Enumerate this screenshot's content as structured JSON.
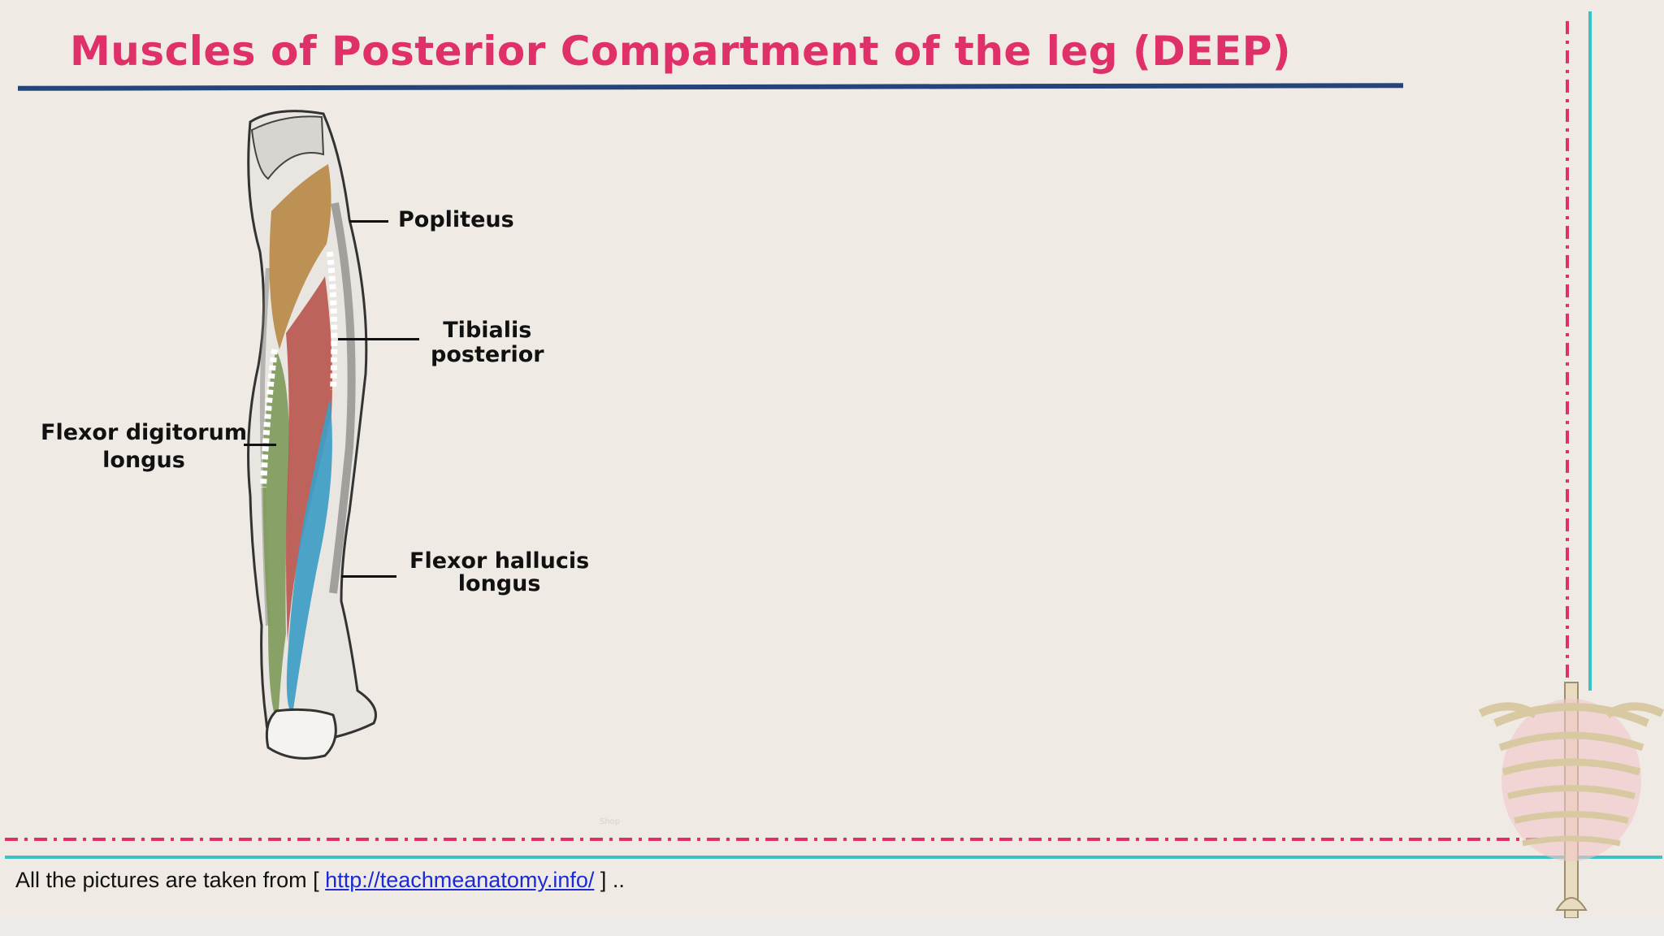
{
  "title": "Muscles of Posterior Compartment of the leg (DEEP)",
  "labels": {
    "popliteus": "Popliteus",
    "tibialis_line1": "Tibialis",
    "tibialis_line2": "posterior",
    "fdl_line1": "Flexor digitorum",
    "fdl_line2": "longus",
    "fhl_line1": "Flexor hallucis",
    "fhl_line2": "longus"
  },
  "footer": {
    "prefix": "All the pictures are taken from [ ",
    "link_text": "http://teachmeanatomy.info/",
    "suffix": " ] .."
  },
  "watermark": "Shop",
  "colors": {
    "title": "#e0306a",
    "rule": "#24457a",
    "teal": "#3cc2c6",
    "pink_dash": "#e0306a",
    "popliteus": "#b98a46",
    "tibialis_posterior": "#b8584f",
    "flexor_digitorum_longus": "#7f9b5b",
    "flexor_hallucis_longus": "#3e9dc6"
  }
}
